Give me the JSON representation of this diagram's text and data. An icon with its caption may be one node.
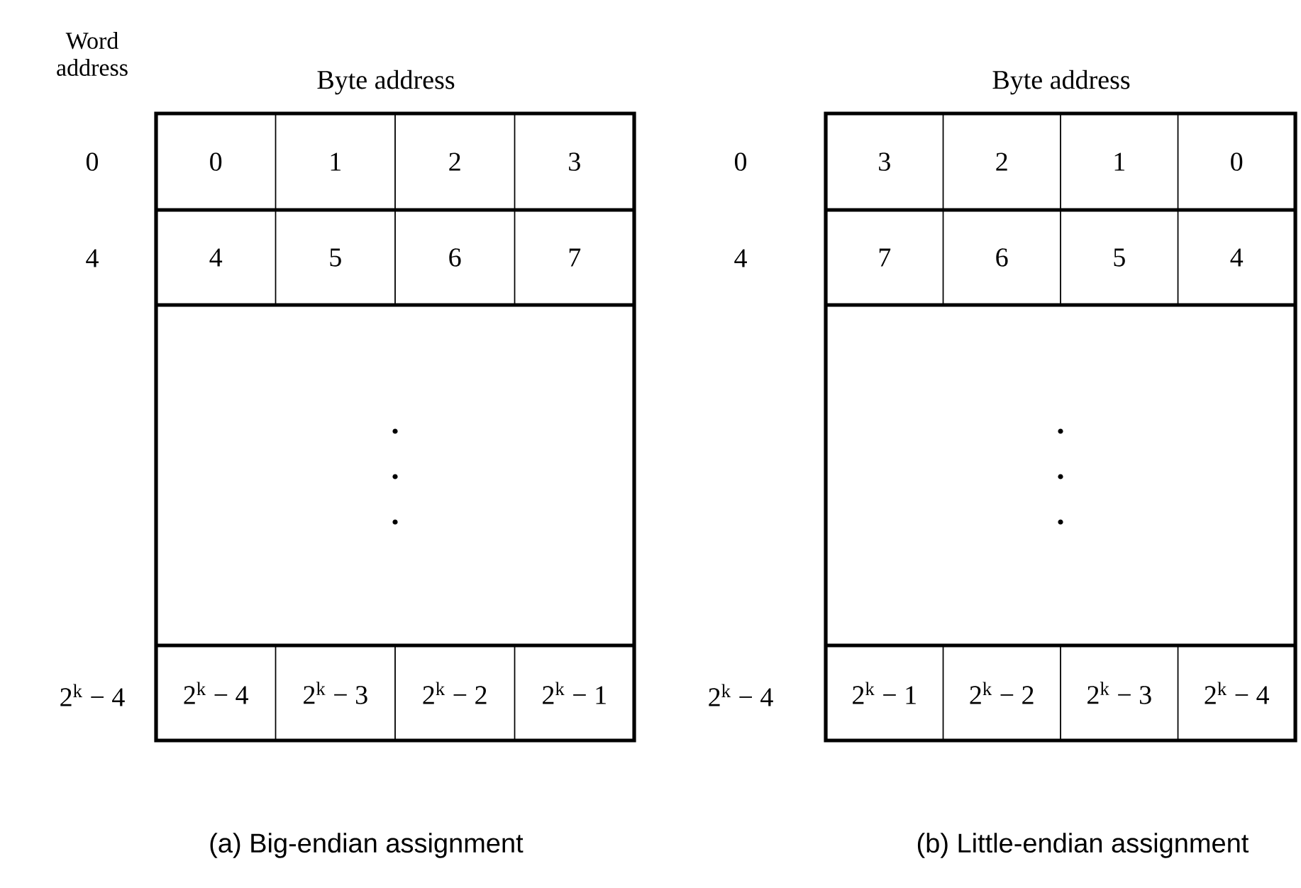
{
  "diagram": {
    "nodes": [
      {
        "text": [
          "0"
        ]
      },
      {
        "text": [
          "1"
        ]
      },
      {
        "text": [
          "2"
        ]
      },
      {
        "text": [
          "3"
        ]
      },
      {
        "text": [
          "4"
        ]
      },
      {
        "text": [
          "5"
        ]
      },
      {
        "text": [
          "6"
        ]
      },
      {
        "text": [
          "7"
        ]
      },
      {
        "text": [],
        "shape": "box"
      },
      {
        "text": [
          "2$^{k}$ − 4"
        ]
      },
      {
        "text": [
          "2$^{k}$ − 3"
        ]
      },
      {
        "text": [
          "2$^{k}$ − 2"
        ]
      },
      {
        "text": [
          "2$^{k}$ − 1"
        ]
      },
      {
        "text": [
          "3"
        ]
      },
      {
        "text": [
          "2"
        ]
      },
      {
        "text": [
          "1"
        ]
      },
      {
        "text": [
          "0"
        ]
      },
      {
        "text": [
          "7"
        ]
      },
      {
        "text": [
          "6"
        ]
      },
      {
        "text": [
          "5"
        ]
      },
      {
        "text": [
          "4"
        ]
      },
      {
        "text": [],
        "shape": "box"
      },
      {
        "text": [
          "2$^{k}$ − 1"
        ]
      },
      {
        "text": [
          "2$^{k}$ − 2"
        ]
      },
      {
        "text": [
          "2$^{k}$ − 3"
        ]
      },
      {
        "text": [
          "2$^{k}$ − 4"
        ]
      }
    ],
    "labels": [
      "Word address",
      "Byte address",
      "Byte address",
      "0",
      "0",
      "4",
      "4",
      "2$^{k}$ − 4",
      "2$^{k}$ − 4",
      "(a) Big-endian assignment",
      "(b) Little-endian assignment"
    ]
  }
}
